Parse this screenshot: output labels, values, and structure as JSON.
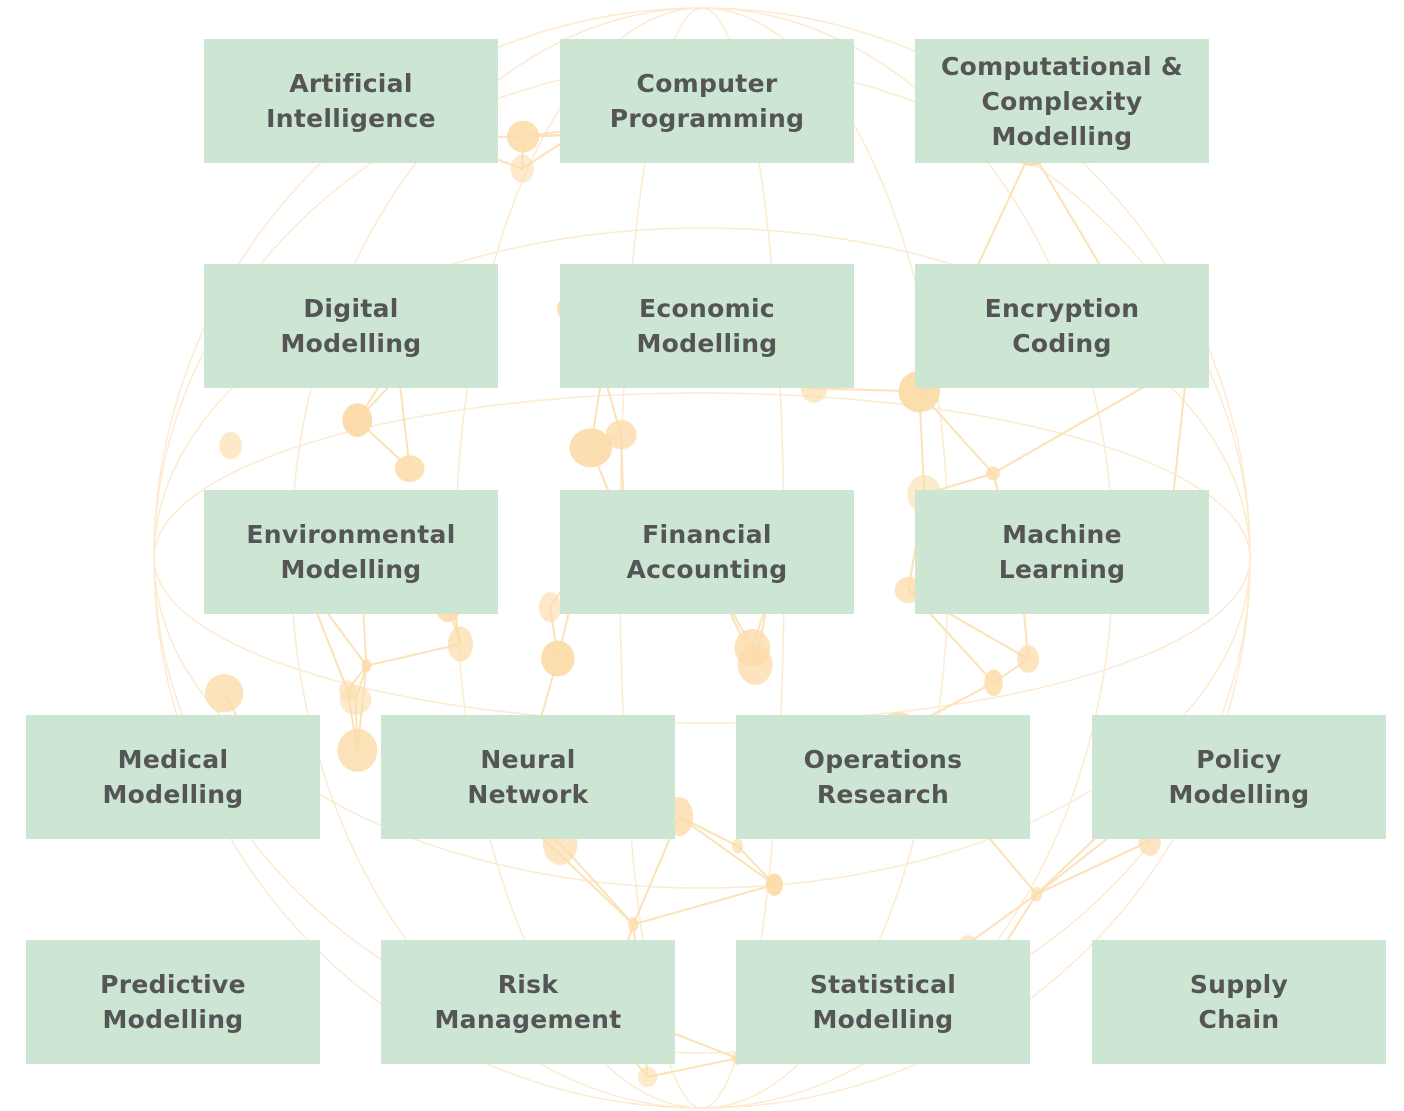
{
  "colors": {
    "background": "#ffffff",
    "tile_fill": "#cde6d3",
    "tile_text": "#555555",
    "network_line": "#fbe2b8",
    "network_node": "#fcdcaa"
  },
  "diagram": {
    "topics": [
      {
        "label": "Artificial\nIntelligence"
      },
      {
        "label": "Computer\nProgramming"
      },
      {
        "label": "Computational &\nComplexity\nModelling"
      },
      {
        "label": "Digital\nModelling"
      },
      {
        "label": "Economic\nModelling"
      },
      {
        "label": "Encryption\nCoding"
      },
      {
        "label": "Environmental\nModelling"
      },
      {
        "label": "Financial\nAccounting"
      },
      {
        "label": "Machine\nLearning"
      },
      {
        "label": "Medical\nModelling"
      },
      {
        "label": "Neural\nNetwork"
      },
      {
        "label": "Operations\nResearch"
      },
      {
        "label": "Policy\nModelling"
      },
      {
        "label": "Predictive\nModelling"
      },
      {
        "label": "Risk\nManagement"
      },
      {
        "label": "Statistical\nModelling"
      },
      {
        "label": "Supply\nChain"
      }
    ]
  }
}
